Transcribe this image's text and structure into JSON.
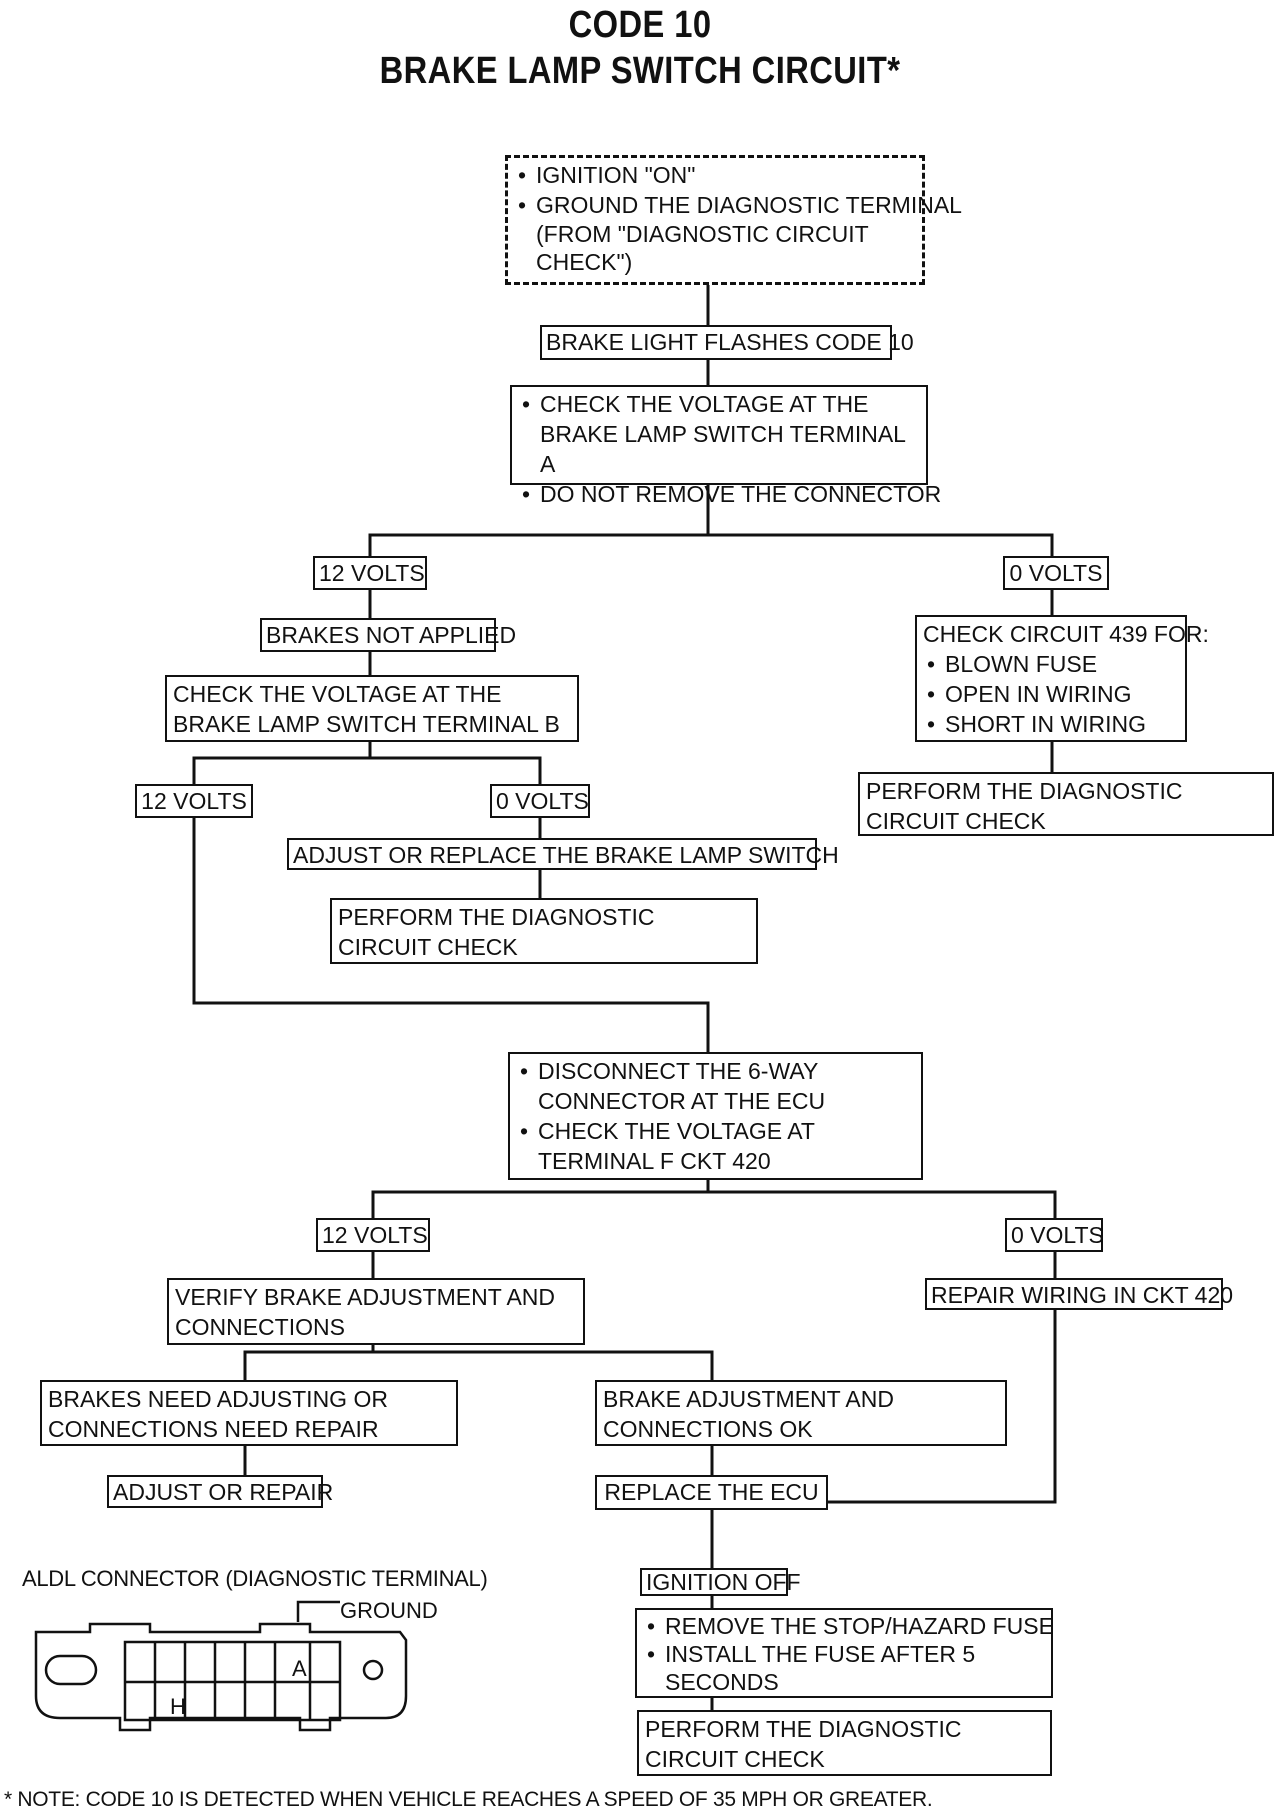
{
  "title": {
    "line1": "CODE 10",
    "line2": "BRAKE LAMP SWITCH CIRCUIT*"
  },
  "start": {
    "items": [
      "IGNITION \"ON\"",
      "GROUND THE DIAGNOSTIC TERMINAL",
      "(FROM \"DIAGNOSTIC CIRCUIT CHECK\")"
    ]
  },
  "flashes": "BRAKE LIGHT FLASHES CODE 10",
  "check_a": {
    "items": [
      "CHECK THE VOLTAGE AT THE BRAKE LAMP SWITCH TERMINAL A",
      "DO NOT REMOVE THE CONNECTOR"
    ]
  },
  "branch1": {
    "left_label": "12 VOLTS",
    "right_label": "0 VOLTS",
    "brakes_not_applied": "BRAKES NOT APPLIED",
    "check_b": "CHECK THE VOLTAGE AT THE BRAKE LAMP SWITCH TERMINAL B",
    "ckt439_head": "CHECK CIRCUIT 439 FOR:",
    "ckt439_items": [
      "BLOWN FUSE",
      "OPEN IN WIRING",
      "SHORT IN WIRING"
    ],
    "perform_right": "PERFORM THE DIAGNOSTIC CIRCUIT CHECK"
  },
  "branch2": {
    "left_label": "12 VOLTS",
    "right_label": "0 VOLTS",
    "adjust_switch": "ADJUST OR REPLACE THE BRAKE LAMP SWITCH",
    "perform": "PERFORM THE DIAGNOSTIC CIRCUIT CHECK"
  },
  "disconnect": {
    "items": [
      "DISCONNECT THE 6-WAY CONNECTOR AT THE ECU",
      "CHECK THE VOLTAGE AT TERMINAL F CKT 420"
    ]
  },
  "branch3": {
    "left_label": "12 VOLTS",
    "right_label": "0 VOLTS",
    "verify": "VERIFY BRAKE ADJUSTMENT AND CONNECTIONS",
    "repair_wiring": "REPAIR WIRING IN CKT 420",
    "need_adjust": "BRAKES NEED ADJUSTING OR CONNECTIONS NEED REPAIR",
    "adjust_ok": "BRAKE ADJUSTMENT AND CONNECTIONS OK",
    "adjust_repair": "ADJUST OR REPAIR",
    "replace_ecu": "REPLACE THE ECU"
  },
  "final": {
    "ignition_off": "IGNITION OFF",
    "items": [
      "REMOVE THE STOP/HAZARD FUSE",
      "INSTALL THE FUSE AFTER 5 SECONDS"
    ],
    "perform": "PERFORM THE DIAGNOSTIC CIRCUIT CHECK"
  },
  "aldl": {
    "title": "ALDL CONNECTOR (DIAGNOSTIC TERMINAL)",
    "ground": "GROUND",
    "pin_a": "A",
    "pin_h": "H"
  },
  "note": "* NOTE: CODE 10 IS DETECTED WHEN VEHICLE REACHES A SPEED OF 35 MPH OR GREATER."
}
